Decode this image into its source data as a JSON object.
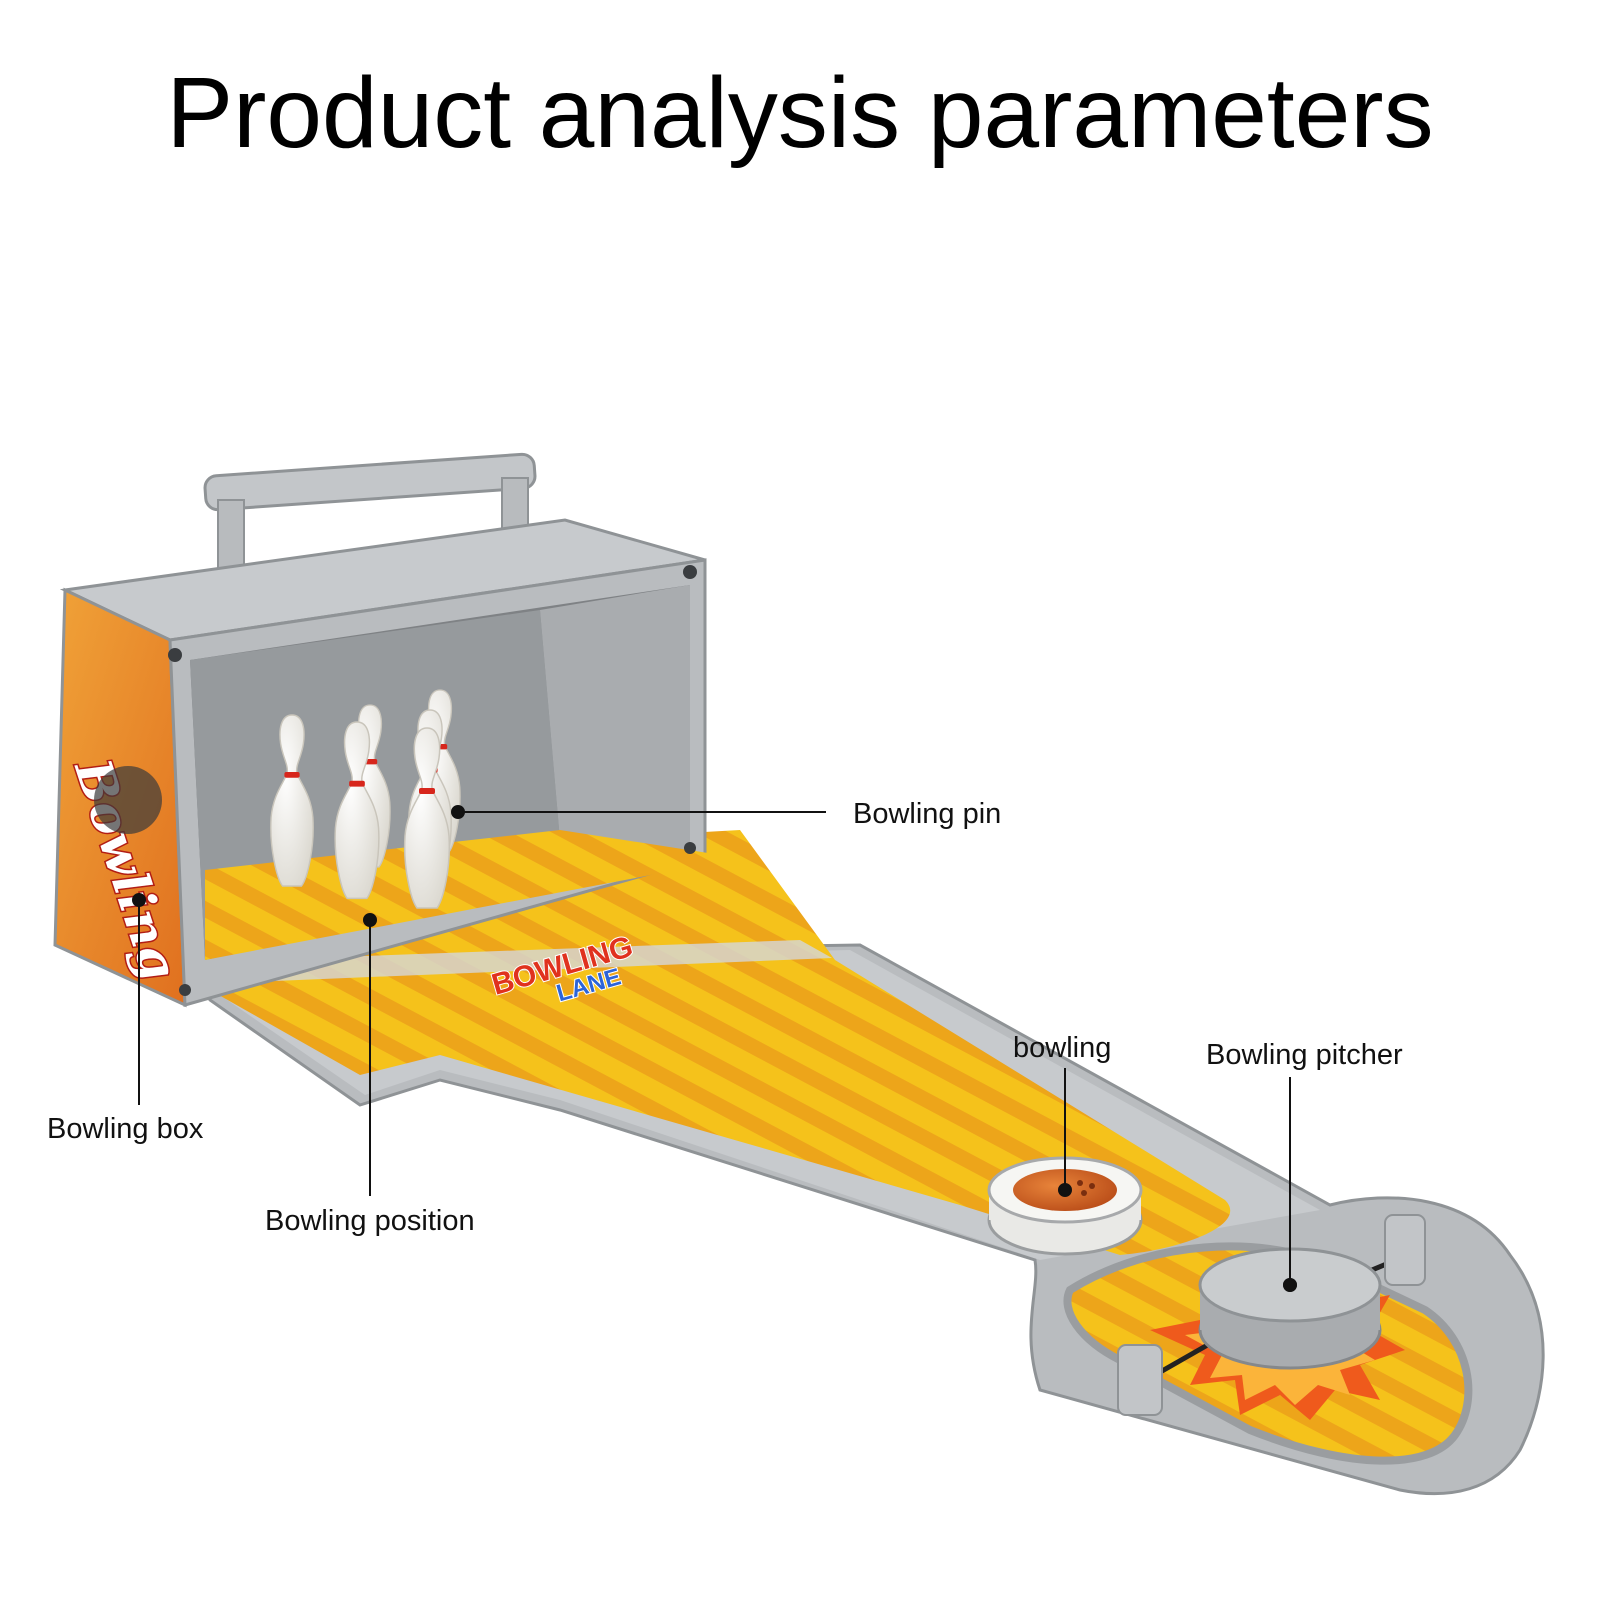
{
  "title": "Product analysis parameters",
  "product": {
    "box_text": "Bowling",
    "lane_logo_line1": "BOWLING",
    "lane_logo_line2": "LANE"
  },
  "callouts": {
    "bowling_pin": "Bowling pin",
    "bowling": "bowling",
    "bowling_pitcher": "Bowling pitcher",
    "bowling_box": "Bowling box",
    "bowling_position": "Bowling position"
  },
  "colors": {
    "lane_yellow": "#f5c21b",
    "lane_orange": "#e89b16",
    "plastic_gray": "#b9bcbf",
    "box_inner": "#8e9194",
    "pin_white": "#f1efe8",
    "pin_stripe": "#d7261c",
    "logo_red": "#e0321e",
    "logo_blue": "#2c64d8"
  }
}
